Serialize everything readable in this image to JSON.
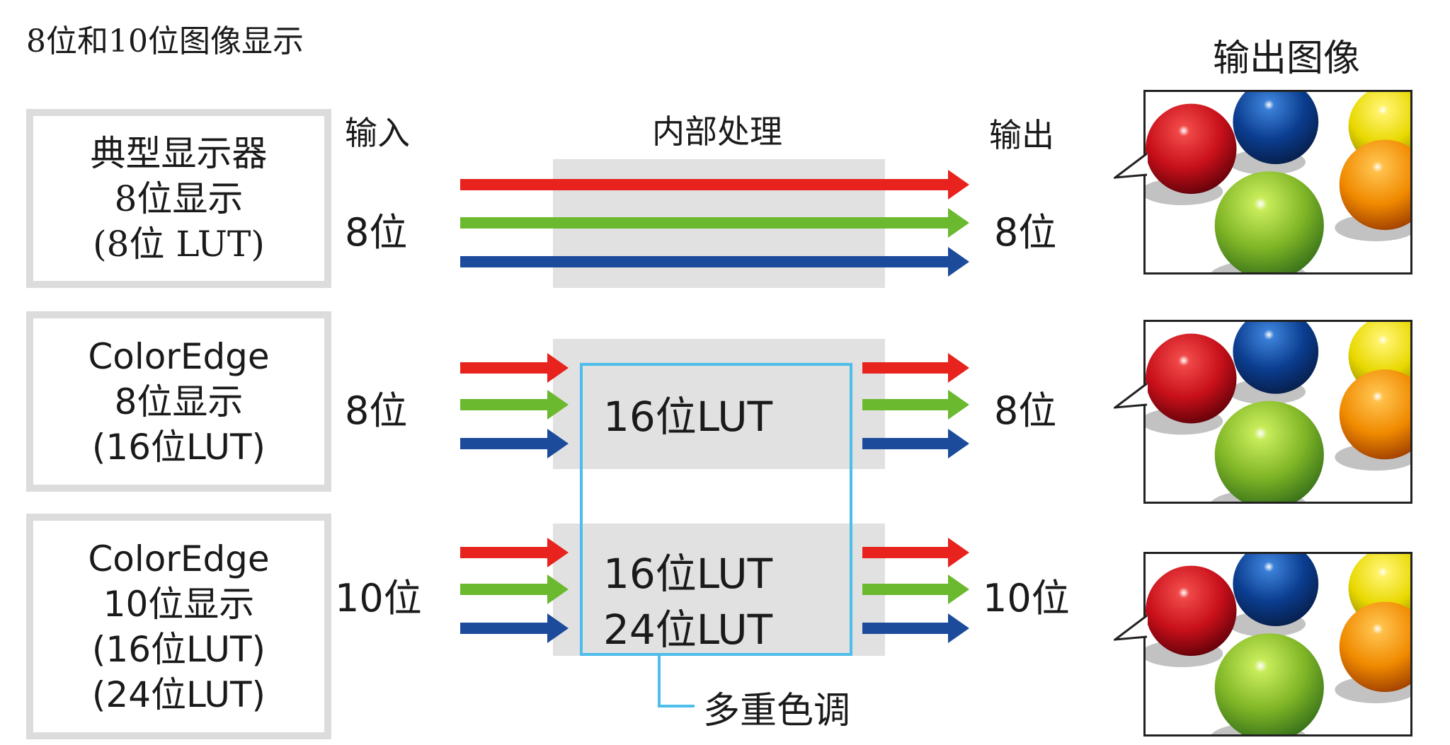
{
  "title": "8位和10位图像显示",
  "output_image_header": "输出图像",
  "columns": {
    "input": "输入",
    "processing": "内部处理",
    "output": "输出"
  },
  "rows": [
    {
      "lines": [
        "典型显示器",
        "8位显示",
        "(8位 LUT)"
      ],
      "input_bits": "8位",
      "output_bits": "8位",
      "luts": []
    },
    {
      "lines": [
        "ColorEdge",
        "8位显示",
        "(16位LUT)"
      ],
      "input_bits": "8位",
      "output_bits": "8位",
      "luts": [
        "16位LUT"
      ]
    },
    {
      "lines": [
        "ColorEdge",
        "10位显示",
        "(16位LUT)",
        "(24位LUT)"
      ],
      "input_bits": "10位",
      "output_bits": "10位",
      "luts": [
        "16位LUT",
        "24位LUT"
      ]
    }
  ],
  "multi_tone_label": "多重色调",
  "colors": {
    "red": "#e8221c",
    "green": "#6ab92e",
    "blue": "#1d4b9c",
    "highlight_box": "#4dbde9",
    "panel": "#e1e1e1",
    "frame": "#dcdcdc"
  }
}
